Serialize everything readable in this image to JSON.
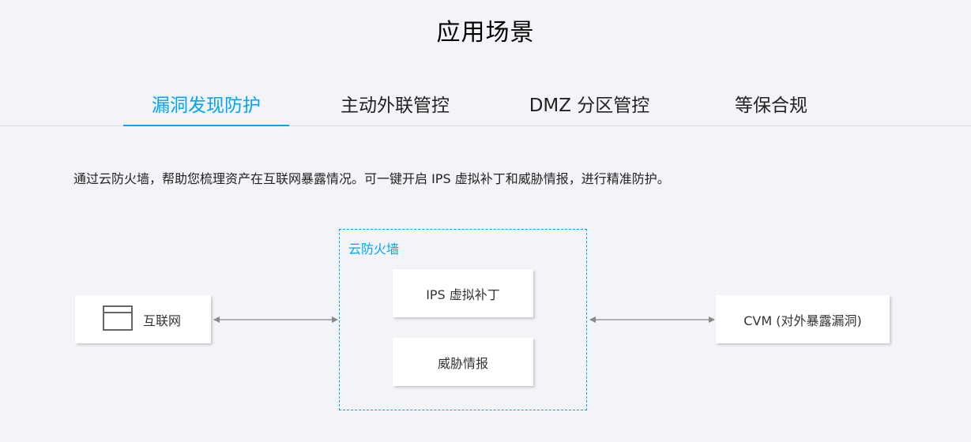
{
  "page_title": "应用场景",
  "tabs": [
    {
      "label": "漏洞发现防护",
      "active": true
    },
    {
      "label": "主动外联管控",
      "active": false
    },
    {
      "label": "DMZ 分区管控",
      "active": false
    },
    {
      "label": "等保合规",
      "active": false
    }
  ],
  "description": "通过云防火墙，帮助您梳理资产在互联网暴露情况。可一键开启 IPS 虚拟补丁和威胁情报，进行精准防护。",
  "diagram": {
    "internet_label": "互联网",
    "firewall_label": "云防火墙",
    "ips_label": "IPS 虚拟补丁",
    "threat_intel_label": "威胁情报",
    "cvm_label": "CVM (对外暴露漏洞)"
  },
  "colors": {
    "accent": "#00a4ff",
    "background": "#f3f4f7",
    "connector": "#888888"
  },
  "icons": {
    "internet": "browser-window-icon"
  }
}
